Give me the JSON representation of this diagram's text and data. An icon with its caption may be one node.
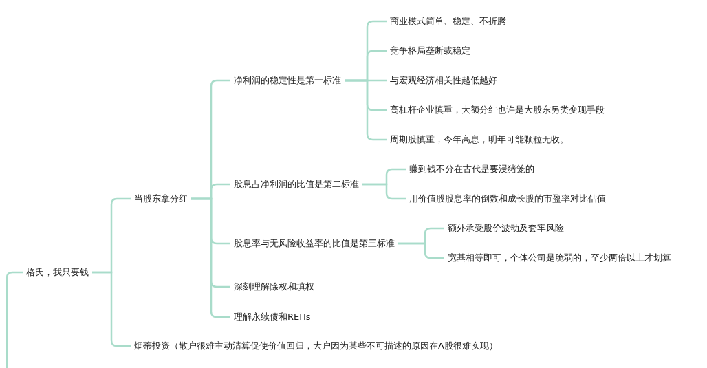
{
  "diagram": {
    "nodes": [
      {
        "text": [
          "格氏，我只要钱"
        ]
      },
      {
        "text": [
          "当股东拿分红"
        ]
      },
      {
        "text": [
          "净利润的稳定性是第一标准"
        ]
      },
      {
        "text": [
          "商业模式简单、稳定、不折腾"
        ]
      },
      {
        "text": [
          "竞争格局垄断或稳定"
        ]
      },
      {
        "text": [
          "与宏观经济相关性越低越好"
        ]
      },
      {
        "text": [
          "高杠杆企业慎重，大额分红也许是大股东另类变现手段"
        ]
      },
      {
        "text": [
          "周期股慎重，今年高息，明年可能颗粒无收。"
        ]
      },
      {
        "text": [
          "股息占净利润的比值是第二标准"
        ]
      },
      {
        "text": [
          "赚到钱不分在古代是要浸猪笼的"
        ]
      },
      {
        "text": [
          "用价值股股息率的倒数和成长股的市盈率对比估值"
        ]
      },
      {
        "text": [
          "股息率与无风险收益率的比值是第三标准"
        ]
      },
      {
        "text": [
          "额外承受股价波动及套牢风险"
        ]
      },
      {
        "text": [
          "宽基相等即可，个体公司是脆弱的，至少两倍以上才划算"
        ]
      },
      {
        "text": [
          "深刻理解除权和填权"
        ]
      },
      {
        "text": [
          "理解永续债和REITs"
        ]
      },
      {
        "text": [
          "烟蒂投资（散户很难主动清算促使价值回归，大户因为某些不可描述的原因在A股很难实现）"
        ]
      }
    ],
    "edges": [
      {
        "from": null,
        "to": 0,
        "arrow": "none"
      },
      {
        "from": 0,
        "to": 1,
        "arrow": "none"
      },
      {
        "from": 0,
        "to": 16,
        "arrow": "none"
      },
      {
        "from": 1,
        "to": 2,
        "arrow": "none"
      },
      {
        "from": 1,
        "to": 8,
        "arrow": "none"
      },
      {
        "from": 1,
        "to": 11,
        "arrow": "none"
      },
      {
        "from": 1,
        "to": 14,
        "arrow": "none"
      },
      {
        "from": 1,
        "to": 15,
        "arrow": "none"
      },
      {
        "from": 2,
        "to": 3,
        "arrow": "none"
      },
      {
        "from": 2,
        "to": 4,
        "arrow": "none"
      },
      {
        "from": 2,
        "to": 5,
        "arrow": "none"
      },
      {
        "from": 2,
        "to": 6,
        "arrow": "none"
      },
      {
        "from": 2,
        "to": 7,
        "arrow": "none"
      },
      {
        "from": 8,
        "to": 9,
        "arrow": "none"
      },
      {
        "from": 8,
        "to": 10,
        "arrow": "none"
      },
      {
        "from": 11,
        "to": 12,
        "arrow": "none"
      },
      {
        "from": 11,
        "to": 13,
        "arrow": "none"
      }
    ]
  }
}
